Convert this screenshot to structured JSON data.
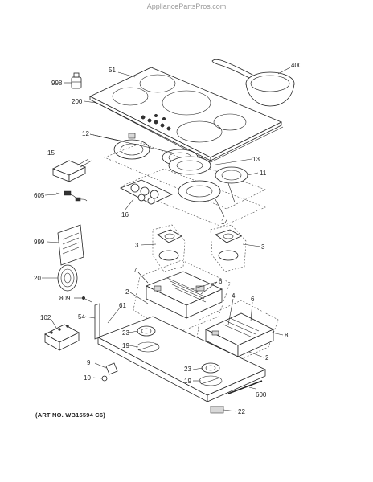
{
  "watermark": "AppliancePartsPros.com",
  "art_number": "(ART NO. WB15594 C6)",
  "callouts": {
    "c400": "400",
    "c51": "51",
    "c998": "998",
    "c200": "200",
    "c12": "12",
    "c15": "15",
    "c13": "13",
    "c11": "11",
    "c605": "605",
    "c16": "16",
    "c14": "14",
    "c999": "999",
    "c3a": "3",
    "c3b": "3",
    "c20": "20",
    "c7": "7",
    "c6a": "6",
    "c2a": "2",
    "c809": "809",
    "c4": "4",
    "c6b": "6",
    "c61": "61",
    "c54": "54",
    "c102": "102",
    "c8": "8",
    "c23a": "23",
    "c19a": "19",
    "c2b": "2",
    "c9": "9",
    "c23b": "23",
    "c10": "10",
    "c19b": "19",
    "c600": "600",
    "c22": "22"
  }
}
